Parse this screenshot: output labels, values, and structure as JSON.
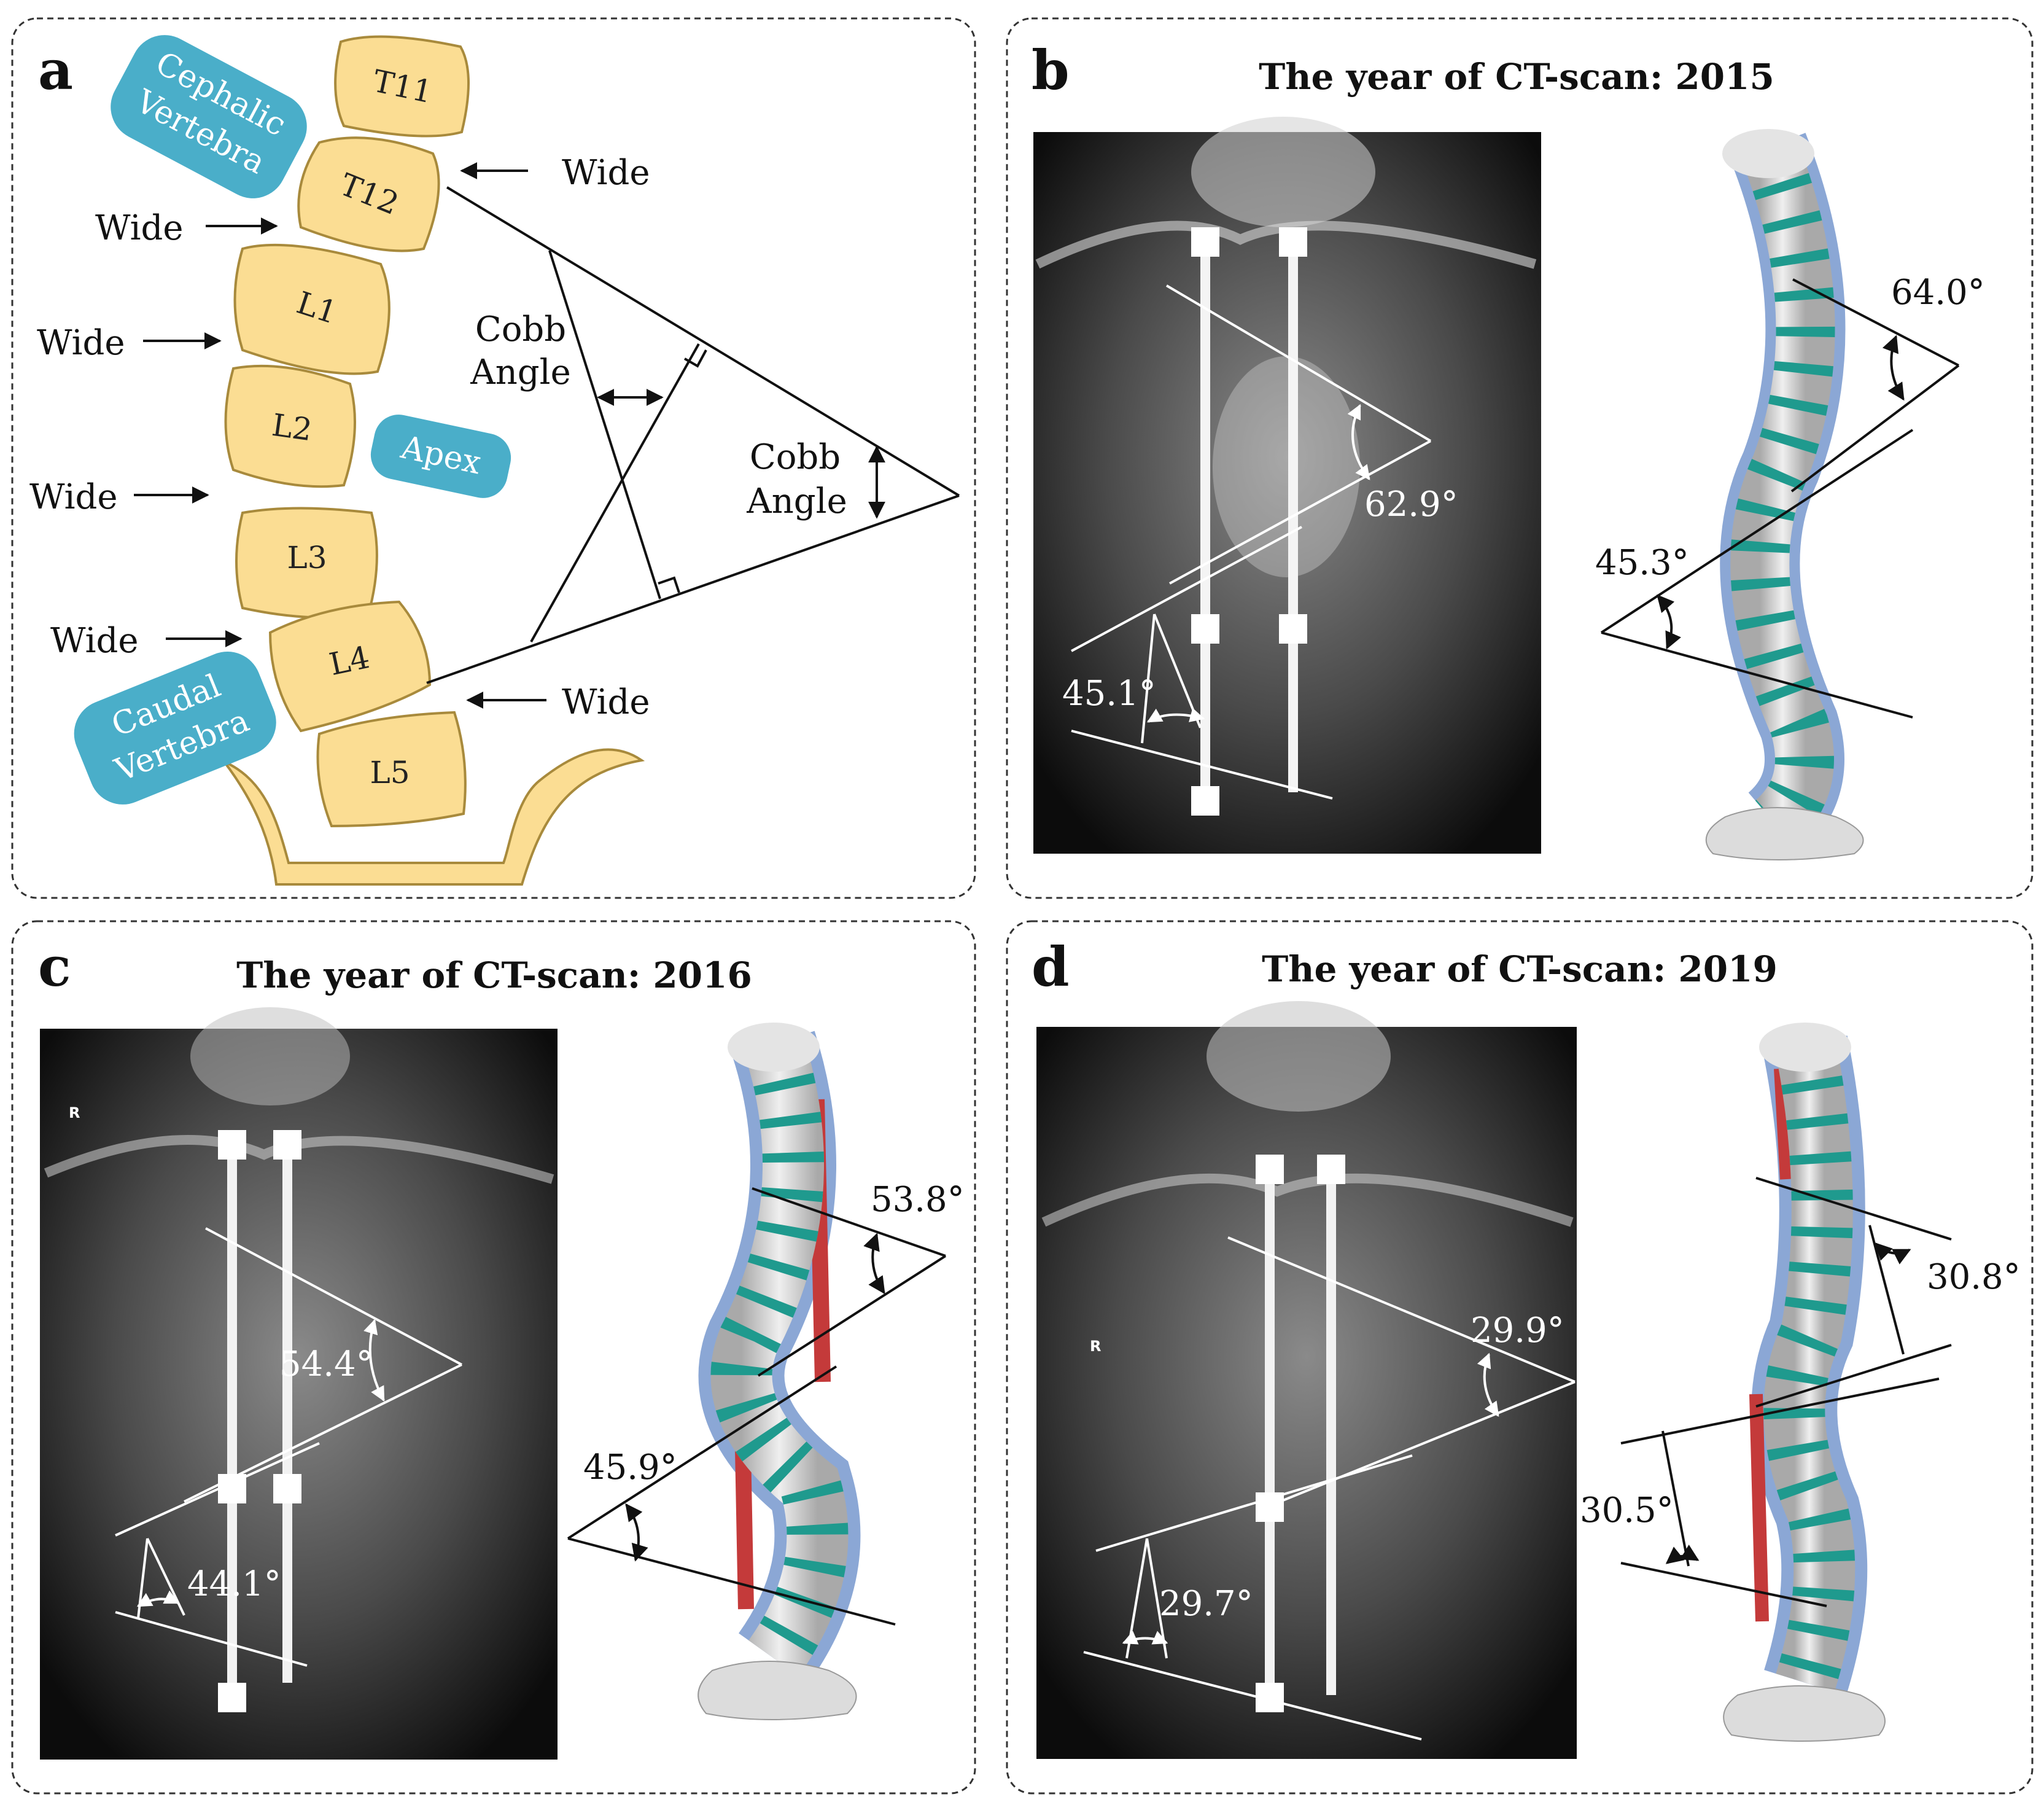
{
  "panel_a": {
    "letter": "a",
    "vertebrae": [
      "T11",
      "T12",
      "L1",
      "L2",
      "L3",
      "L4",
      "L5"
    ],
    "cephalic_label": [
      "Cephalic",
      "Vertebra"
    ],
    "apex_label": "Apex",
    "caudal_label": [
      "Caudal",
      "Vertebra"
    ],
    "wide": "Wide",
    "cobb_left": [
      "Cobb",
      "Angle"
    ],
    "cobb_right": [
      "Cobb",
      "Angle"
    ],
    "colors": {
      "vertebra_fill": "#fbdd93",
      "vertebra_stroke": "#a88a3c",
      "pill": "#4aaec9"
    }
  },
  "panel_b": {
    "letter": "b",
    "title": "The year of CT-scan: 2015",
    "xray_angles": [
      "62.9°",
      "45.1°"
    ],
    "model_angles": [
      "64.0°",
      "45.3°"
    ]
  },
  "panel_c": {
    "letter": "c",
    "title": "The year of CT-scan: 2016",
    "xray_marker": "R",
    "xray_angles": [
      "54.4°",
      "44.1°"
    ],
    "model_angles": [
      "53.8°",
      "45.9°"
    ]
  },
  "panel_d": {
    "letter": "d",
    "title": "The year of CT-scan: 2019",
    "xray_marker": "R",
    "xray_angles": [
      "29.9°",
      "29.7°"
    ],
    "model_angles": [
      "30.8°",
      "30.5°"
    ]
  },
  "model_colors": {
    "bone": "#dcdcdc",
    "disc": "#1f9a8e",
    "blue": "#2b5fb3",
    "rod": "#c43a3a"
  }
}
